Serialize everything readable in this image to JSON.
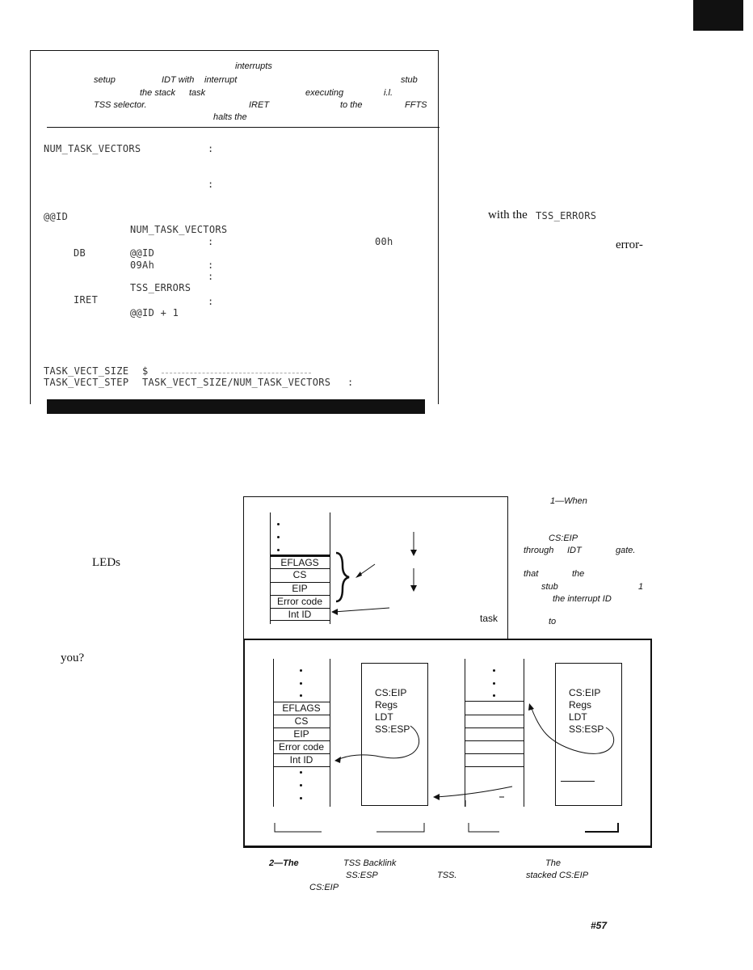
{
  "listing": {
    "caption_fragments": [
      "interrupts",
      "setup",
      "IDT with",
      "interrupt",
      "stub",
      "the stack",
      "task",
      "executing",
      "i.l.",
      "TSS selector.",
      "IRET",
      "to the",
      "FFTS",
      "halts the"
    ],
    "code": {
      "num_task_vectors": "NUM_TASK_VECTORS",
      "colon": ":",
      "at_id": "@@ID",
      "num_task_vectors_2": "NUM_TASK_VECTORS",
      "hex00": "00h",
      "db": "DB",
      "at_id_2": "@@ID",
      "hex09a": "09Ah",
      "tss_errors": "TSS_ERRORS",
      "iret": "IRET",
      "at_id_plus": "@@ID + 1",
      "task_vect_size": "TASK_VECT_SIZE",
      "dollar": "$",
      "task_vect_step": "TASK_VECT_STEP",
      "step_expr": "TASK_VECT_SIZE/NUM_TASK_VECTORS"
    }
  },
  "right_col": {
    "with_the": "with the",
    "tss_errors": "TSS_ERRORS",
    "error": "error-"
  },
  "left_col": {
    "leds": "LEDs",
    "you": "you?"
  },
  "figure1": {
    "stack": [
      "EFLAGS",
      "CS",
      "EIP",
      "Error code",
      "Int ID"
    ],
    "label_task": "task",
    "caption_fragments": [
      "1—When",
      "CS:EIP",
      "through",
      "IDT",
      "gate.",
      "that",
      "the",
      "stub",
      "1",
      "the interrupt ID",
      "to"
    ]
  },
  "figure2": {
    "stack": [
      "EFLAGS",
      "CS",
      "EIP",
      "Error code",
      "Int ID"
    ],
    "tss1": [
      "CS:EIP",
      "Regs",
      "LDT",
      "SS:ESP"
    ],
    "tss2": [
      "CS:EIP",
      "Regs",
      "LDT",
      "SS:ESP"
    ],
    "caption_fragments": [
      "2—The",
      "TSS Backlink",
      "The",
      "SS:ESP",
      "TSS.",
      "stacked CS:EIP",
      "CS:EIP"
    ]
  },
  "page_number": "#57"
}
